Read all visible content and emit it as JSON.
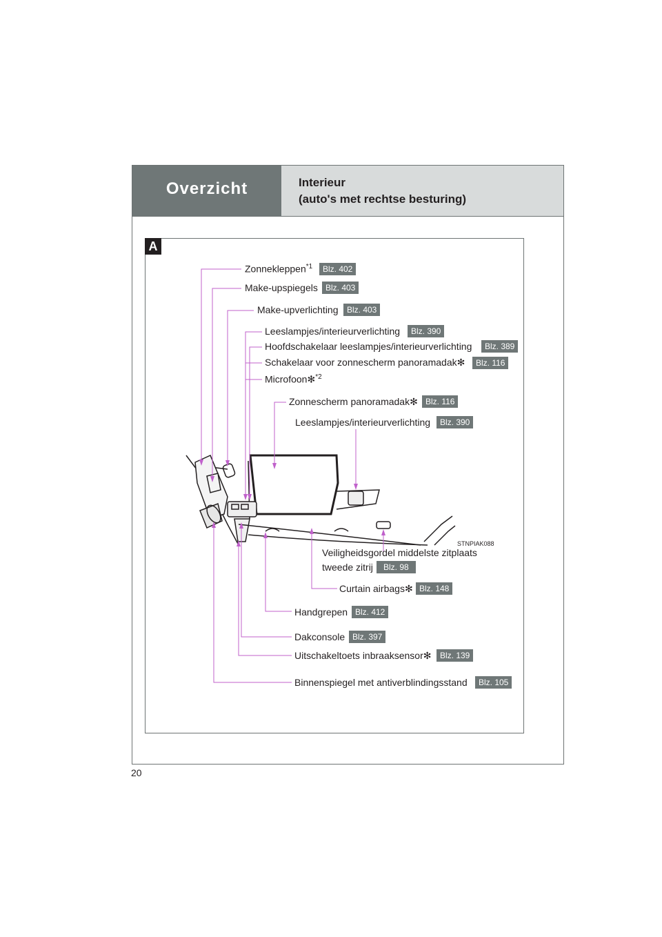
{
  "header": {
    "section": "Overzicht",
    "title_line1": "Interieur",
    "title_line2": "(auto's met rechtse besturing)"
  },
  "figure": {
    "badge": "A",
    "code": "STNPIAK088",
    "labels": [
      {
        "text": "Zonnekleppen",
        "sup": "*1",
        "blz": "Blz. 402"
      },
      {
        "text": "Make-upspiegels",
        "blz": "Blz. 403"
      },
      {
        "text": "Make-upverlichting",
        "blz": "Blz. 403"
      },
      {
        "text": "Leeslampjes/interieurverlichting",
        "blz": "Blz. 390"
      },
      {
        "text": "Hoofdschakelaar leeslampjes/interieurverlichting",
        "blz": "Blz. 389"
      },
      {
        "text": "Schakelaar voor zonnescherm panoramadak✻",
        "blz": "Blz. 116"
      },
      {
        "text": "Microfoon✻",
        "sup": "*2"
      },
      {
        "text": "Zonnescherm panoramadak✻",
        "blz": "Blz. 116"
      },
      {
        "text": "Leeslampjes/interieurverlichting",
        "blz": "Blz. 390"
      },
      {
        "text": "Veiligheidsgordel middelste zitplaats",
        "text2": "tweede zitrij",
        "blz": "Blz. 98"
      },
      {
        "text": "Curtain airbags✻",
        "blz": "Blz. 148"
      },
      {
        "text": "Handgrepen",
        "blz": "Blz. 412"
      },
      {
        "text": "Dakconsole",
        "blz": "Blz. 397"
      },
      {
        "text": "Uitschakeltoets inbraaksensor✻",
        "blz": "Blz. 139"
      },
      {
        "text": "Binnenspiegel met antiverblindingsstand",
        "blz": "Blz. 105"
      }
    ]
  },
  "page_number": "20",
  "colors": {
    "header_dark": "#6f7777",
    "header_light": "#d8dbdb",
    "callout": "#c061cb",
    "badge": "#6f7777"
  }
}
